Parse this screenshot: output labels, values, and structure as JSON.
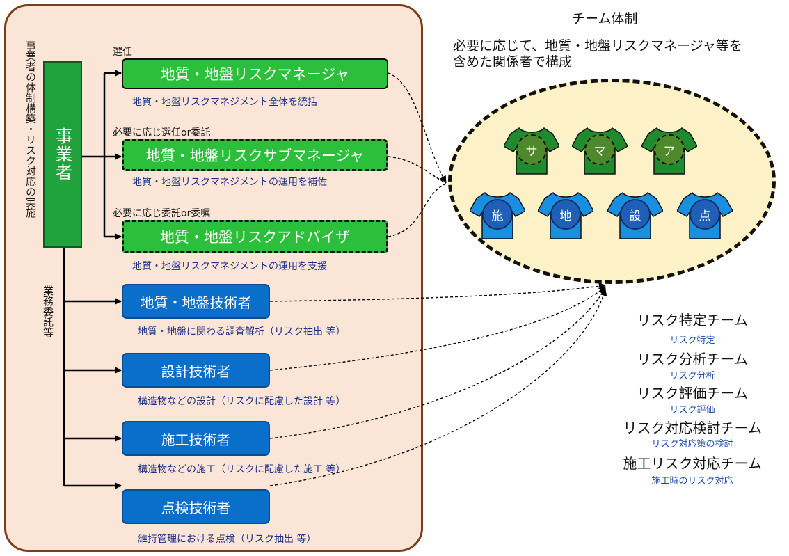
{
  "owner": {
    "vertical_note": "事業者の体制構築・リスク対応の実施",
    "name": "事業者",
    "outsource_label": "業務委託等"
  },
  "managers": [
    {
      "tag": "選任",
      "title": "地質・地盤リスクマネージャ",
      "desc": "地質・地盤リスクマネジメント全体を統括"
    },
    {
      "tag": "必要に応じ選任or委託",
      "title": "地質・地盤リスクサブマネージャ",
      "desc": "地質・地盤リスクマネジメントの運用を補佐"
    },
    {
      "tag": "必要に応じ委託or委嘱",
      "title": "地質・地盤リスクアドバイザ",
      "desc": "地質・地盤リスクマネジメントの運用を支援"
    }
  ],
  "engineers": [
    {
      "title": "地質・地盤技術者",
      "desc": "地質・地盤に関わる調査解析（リスク抽出 等）"
    },
    {
      "title": "設計技術者",
      "desc": "構造物などの設計（リスクに配慮した設計 等）"
    },
    {
      "title": "施工技術者",
      "desc": "構造物などの施工（リスクに配慮した施工 等）"
    },
    {
      "title": "点検技術者",
      "desc": "維持管理における点検（リスク抽出 等）"
    }
  ],
  "team": {
    "title": "チーム体制",
    "description": "必要に応じて、地質・地盤リスクマネージャ等を含めた関係者で構成",
    "green_members": [
      "サ",
      "マ",
      "ア"
    ],
    "blue_members": [
      "施",
      "地",
      "設",
      "点"
    ],
    "sub_teams": [
      {
        "name": "リスク特定チーム",
        "role": "リスク特定"
      },
      {
        "name": "リスク分析チーム",
        "role": "リスク分析"
      },
      {
        "name": "リスク評価チーム",
        "role": "リスク評価"
      },
      {
        "name": "リスク対応検討チーム",
        "role": "リスク対応策の検討"
      },
      {
        "name": "施工リスク対応チーム",
        "role": "施工時のリスク対応"
      }
    ]
  },
  "colors": {
    "panel_bg": "#fbe5d6",
    "panel_border": "#7a3e1a",
    "green": "#2cbf3c",
    "blue": "#0a6ecb",
    "shirt_green": "#208a2e",
    "shirt_blue": "#1a8fe0",
    "ellipse_bg": "#fdf1c8"
  }
}
